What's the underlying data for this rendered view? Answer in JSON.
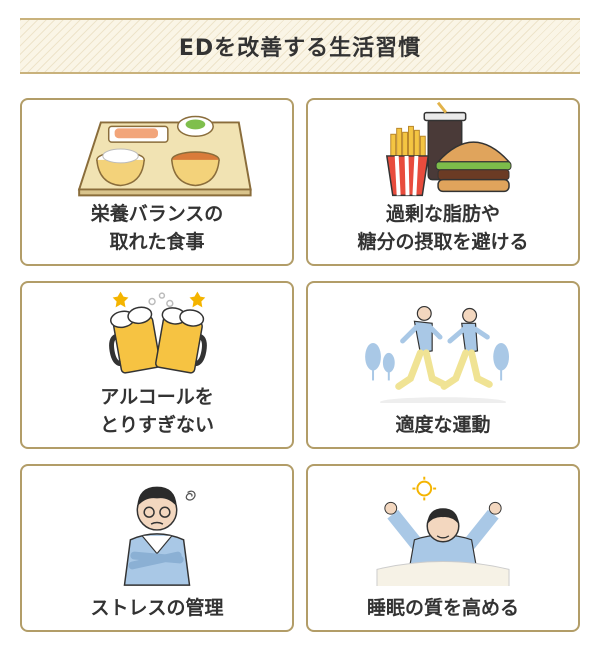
{
  "title": "EDを改善する生活習慣",
  "cards": [
    {
      "lines": [
        "栄養バランスの",
        "取れた食事"
      ],
      "icon": "balanced-meal-tray-icon"
    },
    {
      "lines": [
        "過剰な脂肪や",
        "糖分の摂取を避ける"
      ],
      "icon": "fast-food-icon"
    },
    {
      "lines": [
        "アルコールを",
        "とりすぎない"
      ],
      "icon": "beer-mugs-icon"
    },
    {
      "lines": [
        "適度な運動"
      ],
      "icon": "jogging-people-icon"
    },
    {
      "lines": [
        "ストレスの管理"
      ],
      "icon": "stressed-man-icon"
    },
    {
      "lines": [
        "睡眠の質を高める"
      ],
      "icon": "waking-person-icon"
    }
  ],
  "colors": {
    "frame": "#b29d68",
    "band": "#faf5e6",
    "text": "#333333"
  }
}
